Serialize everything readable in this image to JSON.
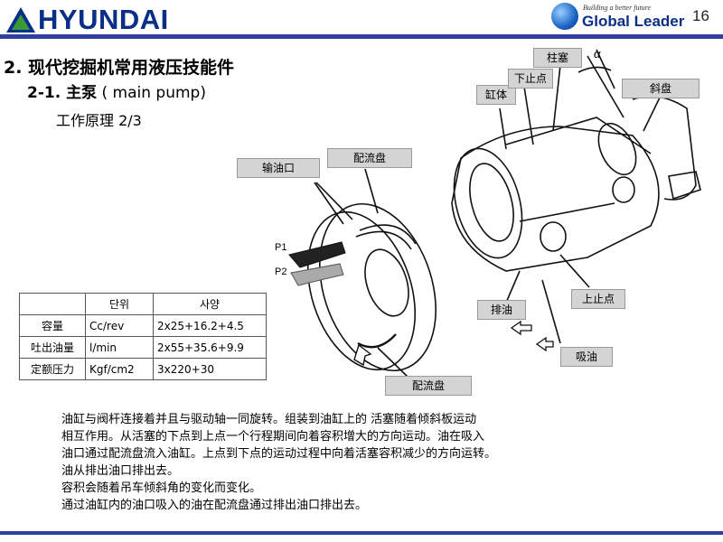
{
  "header": {
    "brand": "HYUNDAI",
    "tagline": "Building a better future",
    "slogan": "Global Leader",
    "page_number": "16"
  },
  "title": {
    "section": "2. 现代挖掘机常用液压技能件",
    "subsection_num": "2-1. 主泵",
    "subsection_en": "( main pump)",
    "topic": "工作原理 2/3"
  },
  "diagram_labels": {
    "oil_out_port": "输油口",
    "valve_plate_top": "配流盘",
    "valve_plate_bottom": "配流盘",
    "p1": "P1",
    "p2": "P2",
    "cylinder": "缸体",
    "bottom_dead_center": "下止点",
    "plunger": "柱塞",
    "swash_plate": "斜盘",
    "alpha": "α",
    "top_dead_center": "上止点",
    "discharge": "排油",
    "suction": "吸油"
  },
  "table": {
    "headers": [
      "",
      "단위",
      "사양"
    ],
    "rows": [
      [
        "容量",
        "Cc/rev",
        "2x25+16.2+4.5"
      ],
      [
        "吐出油量",
        "l/min",
        "2x55+35.6+9.9"
      ],
      [
        "定额压力",
        "Kgf/cm2",
        "3x220+30"
      ]
    ]
  },
  "description": [
    "油缸与阀杆连接着并且与驱动轴一同旋转。组装到油缸上的 活塞随着倾斜板运动",
    "相互作用。从活塞的下点到上点一个行程期间向着容积增大的方向运动。油在吸入",
    "油口通过配流盘流入油缸。上点到下点的运动过程中向着活塞容积减少的方向运转。",
    "油从排出油口排出去。",
    "容积会随着吊车倾斜角的变化而变化。",
    "通过油缸内的油口吸入的油在配流盘通过排出油口排出去。"
  ],
  "colors": {
    "brand_blue": "#0a2f86",
    "bar_blue": "#2f3fa0",
    "callout_gray": "#d4d4d4"
  }
}
